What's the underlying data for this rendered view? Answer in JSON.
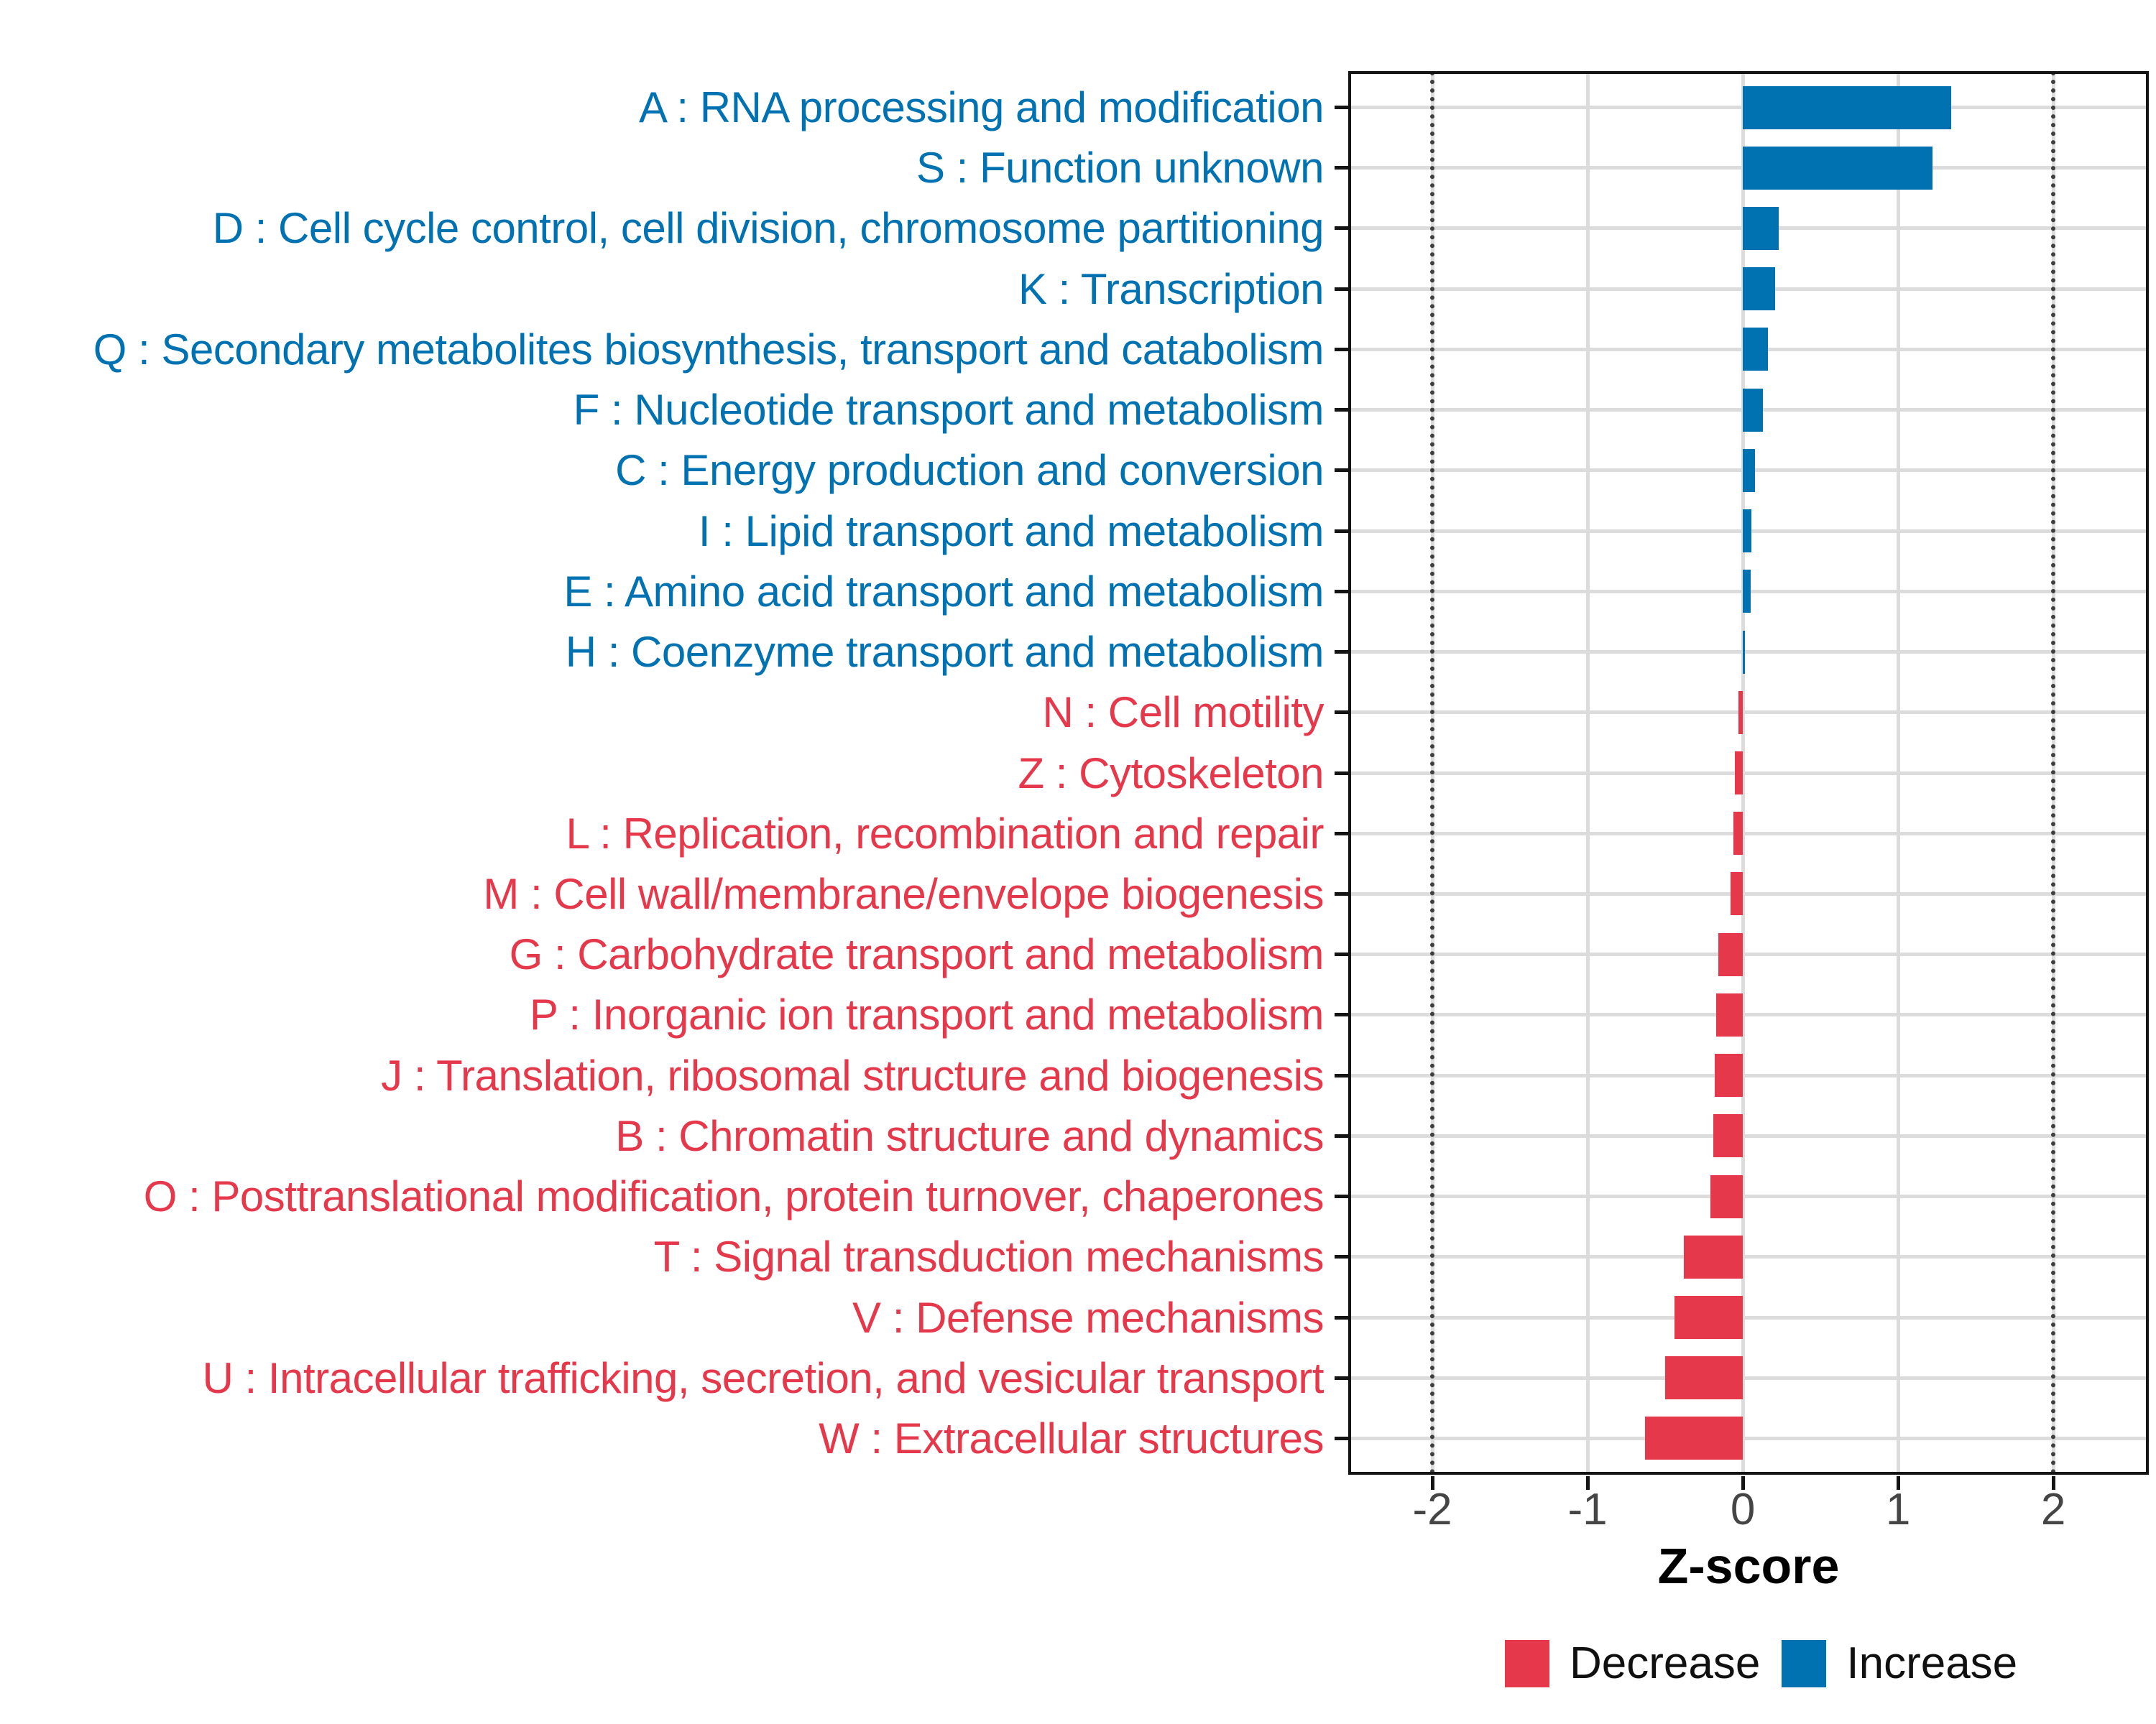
{
  "chart_data": {
    "type": "bar",
    "orientation": "horizontal",
    "xlabel": "Z-score",
    "x_ticks": [
      -2,
      -1,
      0,
      1,
      2
    ],
    "xlim": [
      -2.542,
      2.615
    ],
    "grid": "major-on",
    "dotted_reference_lines": [
      -2,
      2
    ],
    "legend_position": "bottom-right",
    "colors": {
      "Decrease": "#E5384B",
      "Increase": "#0072B2"
    },
    "axis_colors": {
      "tick_label": "#454545",
      "axis_title": "#000000",
      "line": "#141414"
    },
    "legend_items": [
      {
        "label": "Decrease",
        "color": "#E5384B"
      },
      {
        "label": "Increase",
        "color": "#0072B2"
      }
    ],
    "bars": [
      {
        "code": "A",
        "label": "A : RNA processing and modification",
        "value": 1.34,
        "group": "Increase"
      },
      {
        "code": "S",
        "label": "S : Function unknown",
        "value": 1.22,
        "group": "Increase"
      },
      {
        "code": "D",
        "label": "D : Cell cycle control, cell division, chromosome partitioning",
        "value": 0.23,
        "group": "Increase"
      },
      {
        "code": "K",
        "label": "K : Transcription",
        "value": 0.21,
        "group": "Increase"
      },
      {
        "code": "Q",
        "label": "Q : Secondary metabolites biosynthesis, transport and catabolism",
        "value": 0.16,
        "group": "Increase"
      },
      {
        "code": "F",
        "label": "F : Nucleotide transport and metabolism",
        "value": 0.13,
        "group": "Increase"
      },
      {
        "code": "C",
        "label": "C : Energy production and conversion",
        "value": 0.08,
        "group": "Increase"
      },
      {
        "code": "I",
        "label": "I : Lipid transport and metabolism",
        "value": 0.055,
        "group": "Increase"
      },
      {
        "code": "E",
        "label": "E : Amino acid transport and metabolism",
        "value": 0.05,
        "group": "Increase"
      },
      {
        "code": "H",
        "label": "H : Coenzyme transport and metabolism",
        "value": 0.012,
        "group": "Increase"
      },
      {
        "code": "N",
        "label": "N : Cell motility",
        "value": -0.03,
        "group": "Decrease"
      },
      {
        "code": "Z",
        "label": "Z : Cytoskeleton",
        "value": -0.05,
        "group": "Decrease"
      },
      {
        "code": "L",
        "label": "L : Replication, recombination and repair",
        "value": -0.06,
        "group": "Decrease"
      },
      {
        "code": "M",
        "label": "M : Cell wall/membrane/envelope biogenesis",
        "value": -0.08,
        "group": "Decrease"
      },
      {
        "code": "G",
        "label": "G : Carbohydrate transport and metabolism",
        "value": -0.16,
        "group": "Decrease"
      },
      {
        "code": "P",
        "label": "P : Inorganic ion transport and metabolism",
        "value": -0.17,
        "group": "Decrease"
      },
      {
        "code": "J",
        "label": "J : Translation, ribosomal structure and biogenesis",
        "value": -0.18,
        "group": "Decrease"
      },
      {
        "code": "B",
        "label": "B : Chromatin structure and dynamics",
        "value": -0.19,
        "group": "Decrease"
      },
      {
        "code": "O",
        "label": "O : Posttranslational modification, protein turnover, chaperones",
        "value": -0.21,
        "group": "Decrease"
      },
      {
        "code": "T",
        "label": "T : Signal transduction mechanisms",
        "value": -0.38,
        "group": "Decrease"
      },
      {
        "code": "V",
        "label": "V : Defense mechanisms",
        "value": -0.44,
        "group": "Decrease"
      },
      {
        "code": "U",
        "label": "U : Intracellular trafficking, secretion, and vesicular transport",
        "value": -0.5,
        "group": "Decrease"
      },
      {
        "code": "W",
        "label": "W : Extracellular structures",
        "value": -0.63,
        "group": "Decrease"
      }
    ]
  }
}
